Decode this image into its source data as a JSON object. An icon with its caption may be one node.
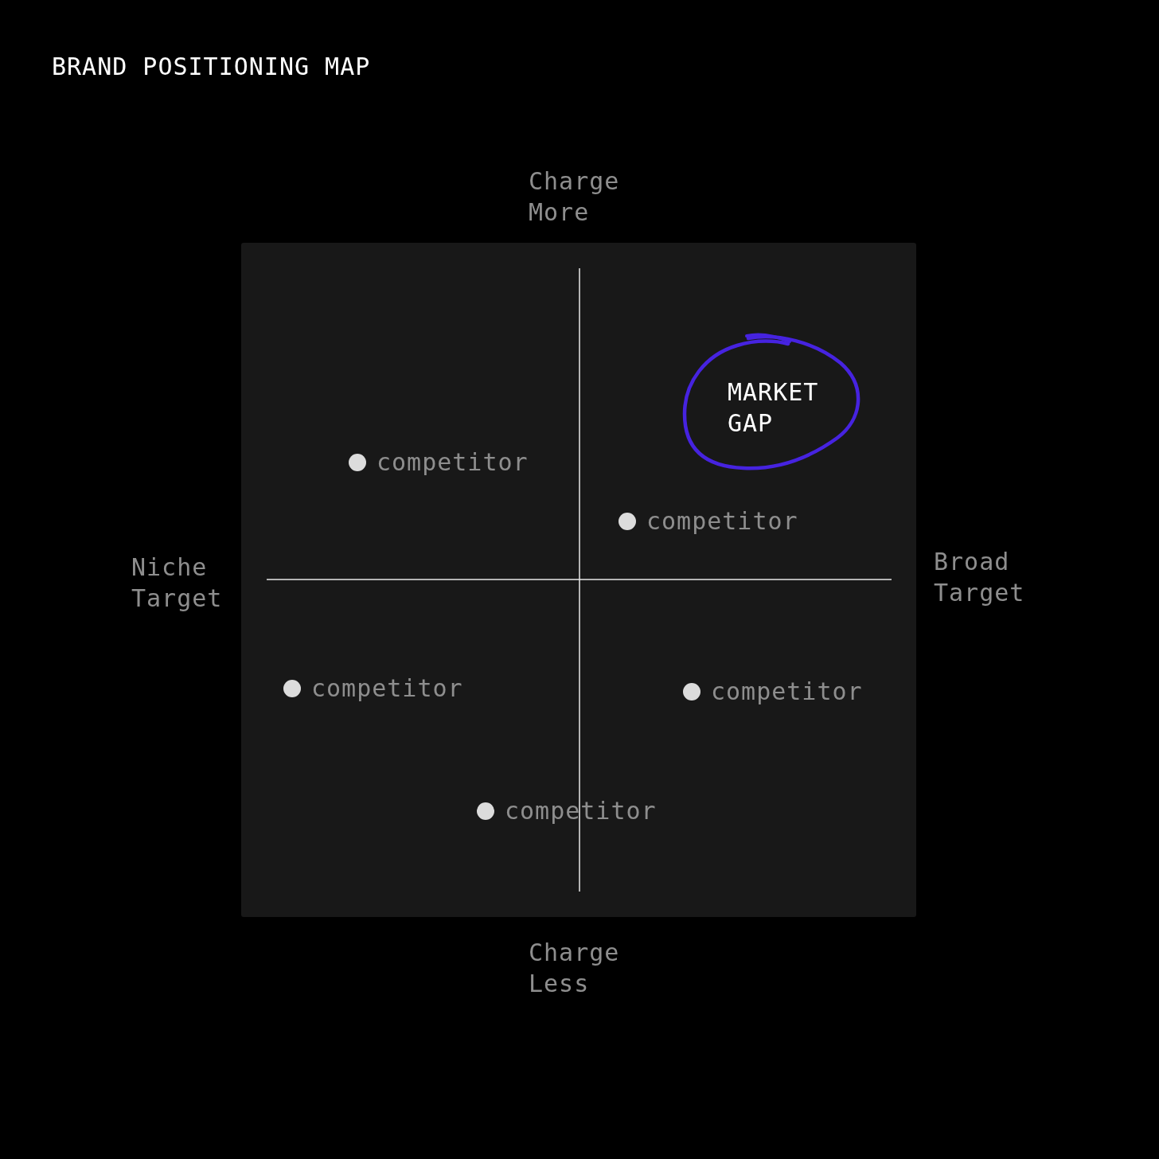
{
  "diagram": {
    "title": "BRAND POSITIONING MAP",
    "nodes": [
      {
        "text": [
          "MARKET GAP"
        ]
      }
    ],
    "labels": [
      "Charge More",
      "competitor",
      "competitor",
      "Niche Target",
      "Broad Target",
      "competitor",
      "competitor",
      "competitor",
      "Charge Less"
    ]
  }
}
